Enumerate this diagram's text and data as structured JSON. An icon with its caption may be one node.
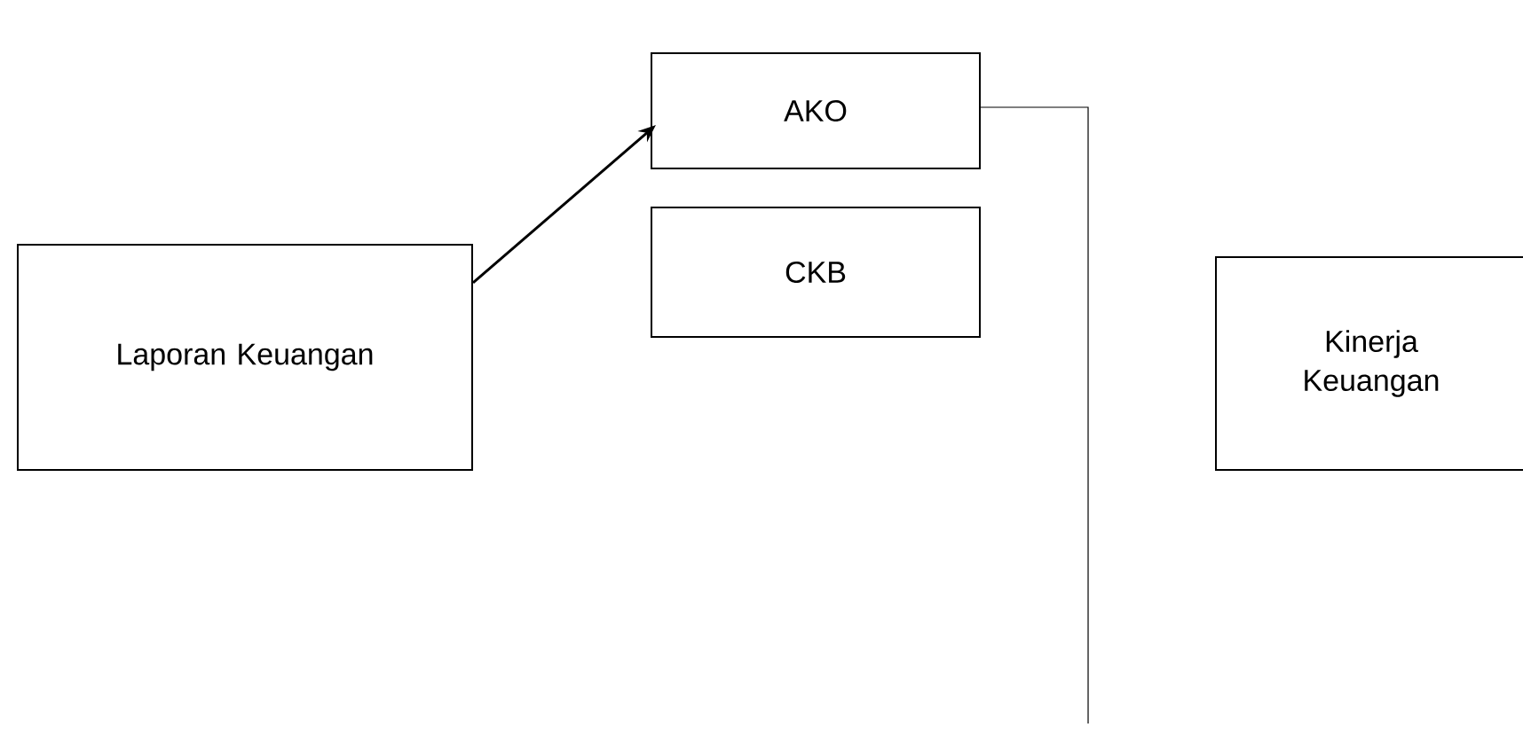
{
  "diagram": {
    "nodes": [
      {
        "text": [
          "Laporan Keuangan"
        ]
      },
      {
        "text": [
          "AKO"
        ]
      },
      {
        "text": [
          "CKB"
        ]
      },
      {
        "text": [
          "Kinerja Keuangan"
        ]
      }
    ],
    "edges": [
      {
        "from": 0,
        "to": 1,
        "arrow": "to"
      },
      {
        "from": 1,
        "to": null,
        "arrow": "none"
      }
    ]
  }
}
